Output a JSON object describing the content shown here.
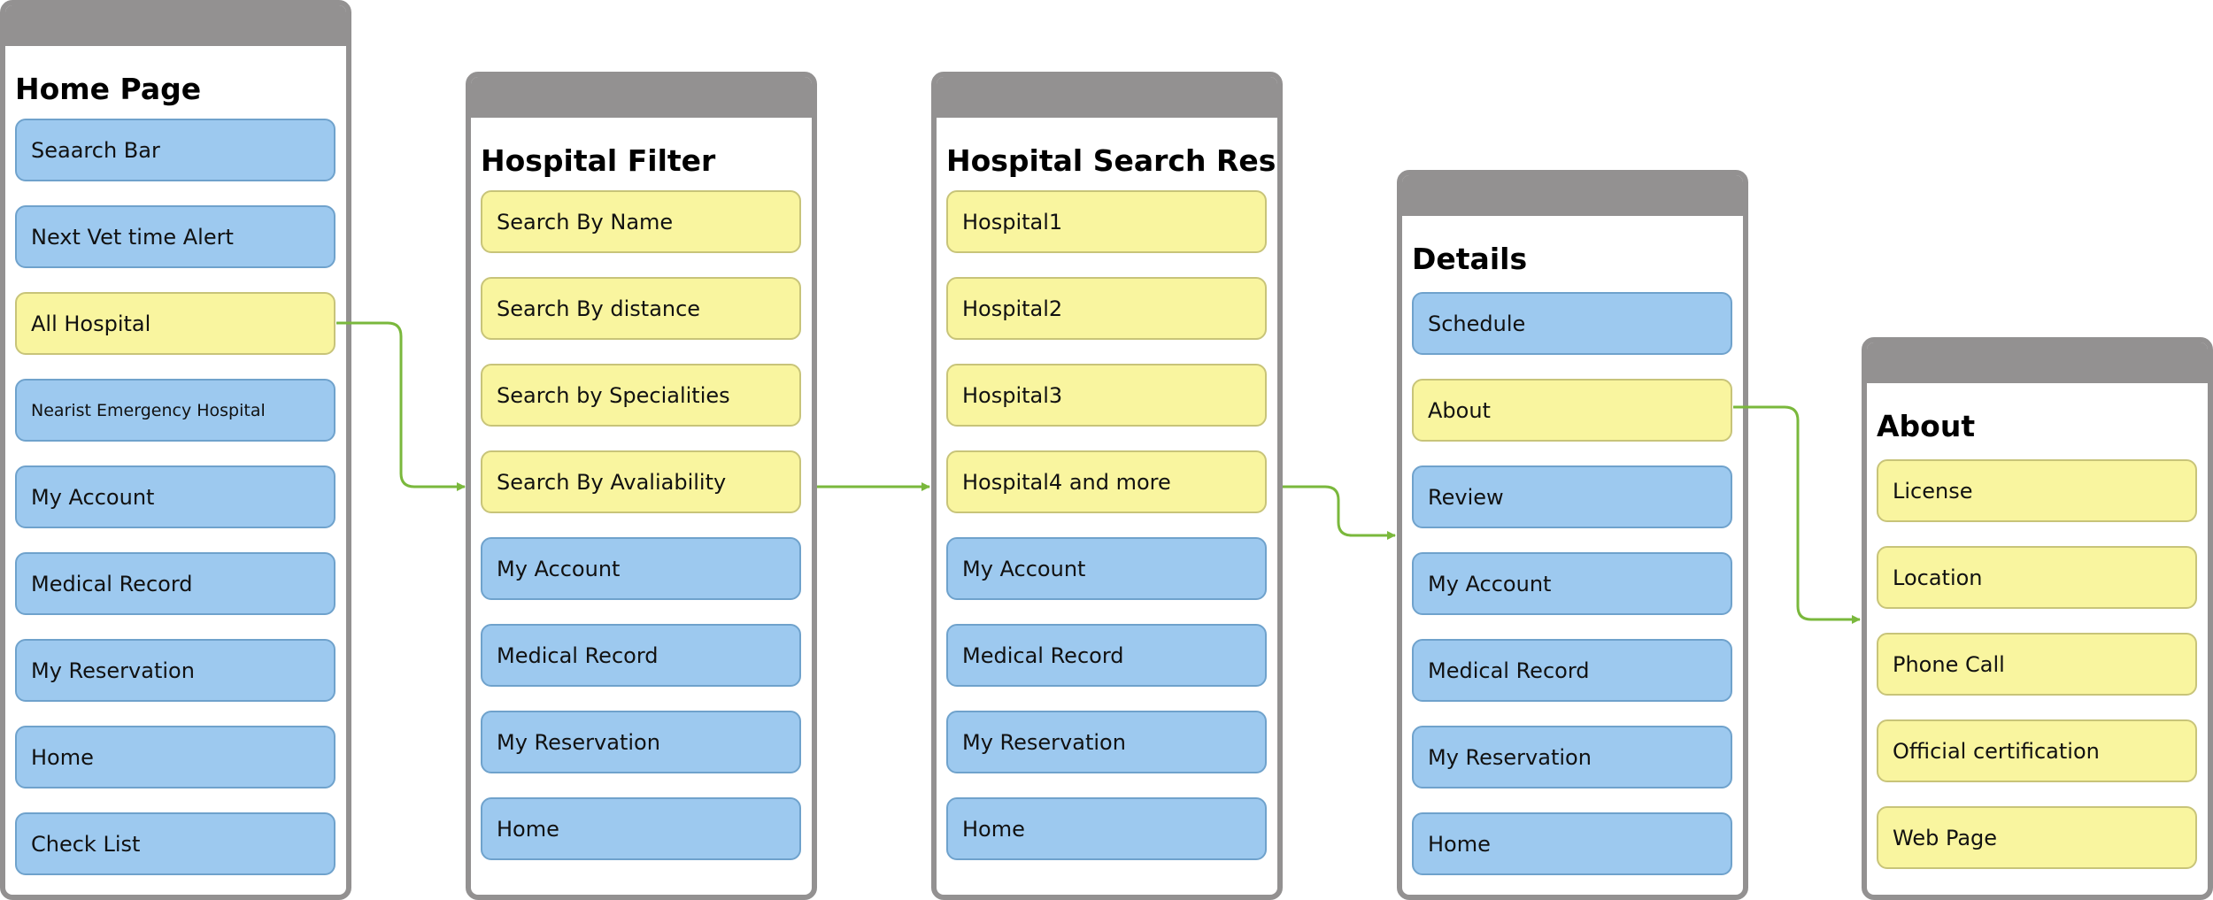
{
  "screens": [
    {
      "title": "Home Page",
      "items": [
        {
          "label": "Seaarch Bar",
          "color": "#9dc9ef"
        },
        {
          "label": "Next Vet time Alert",
          "color": "#9dc9ef"
        },
        {
          "label": "All Hospital",
          "color": "#f9f59f"
        },
        {
          "label": "Nearist Emergency Hospital",
          "color": "#9dc9ef"
        },
        {
          "label": "My Account",
          "color": "#9dc9ef"
        },
        {
          "label": "Medical Record",
          "color": "#9dc9ef"
        },
        {
          "label": "My Reservation",
          "color": "#9dc9ef"
        },
        {
          "label": "Home",
          "color": "#9dc9ef"
        },
        {
          "label": "Check List",
          "color": "#9dc9ef"
        }
      ]
    },
    {
      "title": "Hospital Filter",
      "items": [
        {
          "label": "Search By Name",
          "color": "#f9f59f"
        },
        {
          "label": "Search By distance",
          "color": "#f9f59f"
        },
        {
          "label": "Search by Specialities",
          "color": "#f9f59f"
        },
        {
          "label": "Search By Avaliability",
          "color": "#f9f59f"
        },
        {
          "label": "My Account",
          "color": "#9dc9ef"
        },
        {
          "label": "Medical Record",
          "color": "#9dc9ef"
        },
        {
          "label": "My Reservation",
          "color": "#9dc9ef"
        },
        {
          "label": "Home",
          "color": "#9dc9ef"
        }
      ]
    },
    {
      "title": "Hospital Search Result",
      "items": [
        {
          "label": "Hospital1",
          "color": "#f9f59f"
        },
        {
          "label": "Hospital2",
          "color": "#f9f59f"
        },
        {
          "label": "Hospital3",
          "color": "#f9f59f"
        },
        {
          "label": "Hospital4 and more",
          "color": "#f9f59f"
        },
        {
          "label": "My Account",
          "color": "#9dc9ef"
        },
        {
          "label": "Medical Record",
          "color": "#9dc9ef"
        },
        {
          "label": "My Reservation",
          "color": "#9dc9ef"
        },
        {
          "label": "Home",
          "color": "#9dc9ef"
        }
      ]
    },
    {
      "title": "Details",
      "items": [
        {
          "label": "Schedule",
          "color": "#9dc9ef"
        },
        {
          "label": "About",
          "color": "#f9f59f"
        },
        {
          "label": "Review",
          "color": "#9dc9ef"
        },
        {
          "label": "My Account",
          "color": "#9dc9ef"
        },
        {
          "label": "Medical Record",
          "color": "#9dc9ef"
        },
        {
          "label": "My Reservation",
          "color": "#9dc9ef"
        },
        {
          "label": "Home",
          "color": "#9dc9ef"
        }
      ]
    },
    {
      "title": "About",
      "items": [
        {
          "label": "License",
          "color": "#f9f59f"
        },
        {
          "label": "Location",
          "color": "#f9f59f"
        },
        {
          "label": "Phone Call",
          "color": "#f9f59f"
        },
        {
          "label": "Official certification",
          "color": "#f9f59f"
        },
        {
          "label": "Web Page",
          "color": "#f9f59f"
        }
      ]
    }
  ],
  "connector_color": "#7ab83c",
  "frame_color": "#939191"
}
